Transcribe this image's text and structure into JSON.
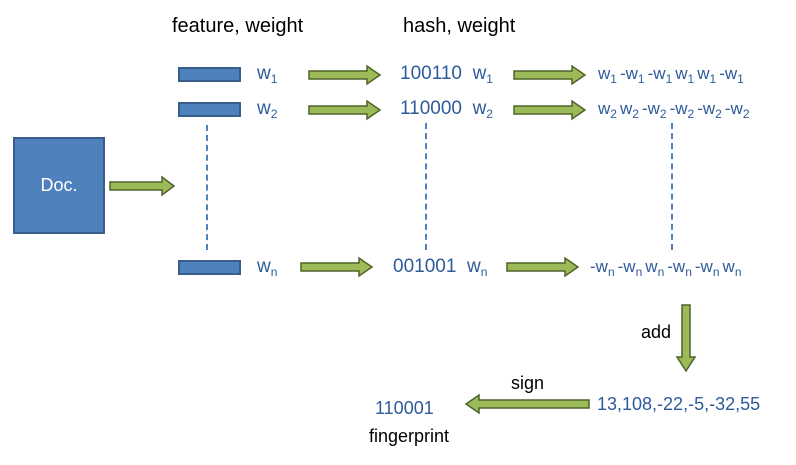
{
  "headers": {
    "feature_weight": "feature, weight",
    "hash_weight": "hash, weight"
  },
  "document": {
    "label": "Doc."
  },
  "rows": [
    {
      "weight": {
        "base": "w",
        "sub": "1"
      },
      "hash": "100110",
      "hash_weight": {
        "base": "w",
        "sub": "1"
      },
      "signed": [
        {
          "sign": "",
          "sub": "1"
        },
        {
          "sign": "-",
          "sub": "1"
        },
        {
          "sign": "-",
          "sub": "1"
        },
        {
          "sign": "",
          "sub": "1"
        },
        {
          "sign": "",
          "sub": "1"
        },
        {
          "sign": "-",
          "sub": "1"
        }
      ]
    },
    {
      "weight": {
        "base": "w",
        "sub": "2"
      },
      "hash": "110000",
      "hash_weight": {
        "base": "w",
        "sub": "2"
      },
      "signed": [
        {
          "sign": "",
          "sub": "2"
        },
        {
          "sign": "",
          "sub": "2"
        },
        {
          "sign": "-",
          "sub": "2"
        },
        {
          "sign": "-",
          "sub": "2"
        },
        {
          "sign": "-",
          "sub": "2"
        },
        {
          "sign": "-",
          "sub": "2"
        }
      ]
    },
    {
      "weight": {
        "base": "w",
        "sub": "n"
      },
      "hash": "001001",
      "hash_weight": {
        "base": "w",
        "sub": "n"
      },
      "signed": [
        {
          "sign": "-",
          "sub": "n"
        },
        {
          "sign": "-",
          "sub": "n"
        },
        {
          "sign": "",
          "sub": "n"
        },
        {
          "sign": "-",
          "sub": "n"
        },
        {
          "sign": "-",
          "sub": "n"
        },
        {
          "sign": "",
          "sub": "n"
        }
      ]
    }
  ],
  "add_label": "add",
  "sum_vector": "13,108,-22,-5,-32,55",
  "sign_label": "sign",
  "fingerprint": {
    "value": "110001",
    "label": "fingerprint"
  },
  "colors": {
    "box_fill": "#4f81bd",
    "box_border": "#385d8a",
    "arrow_fill": "#9bbb59",
    "arrow_border": "#4f6228",
    "text_blue": "#2e5b9a"
  }
}
